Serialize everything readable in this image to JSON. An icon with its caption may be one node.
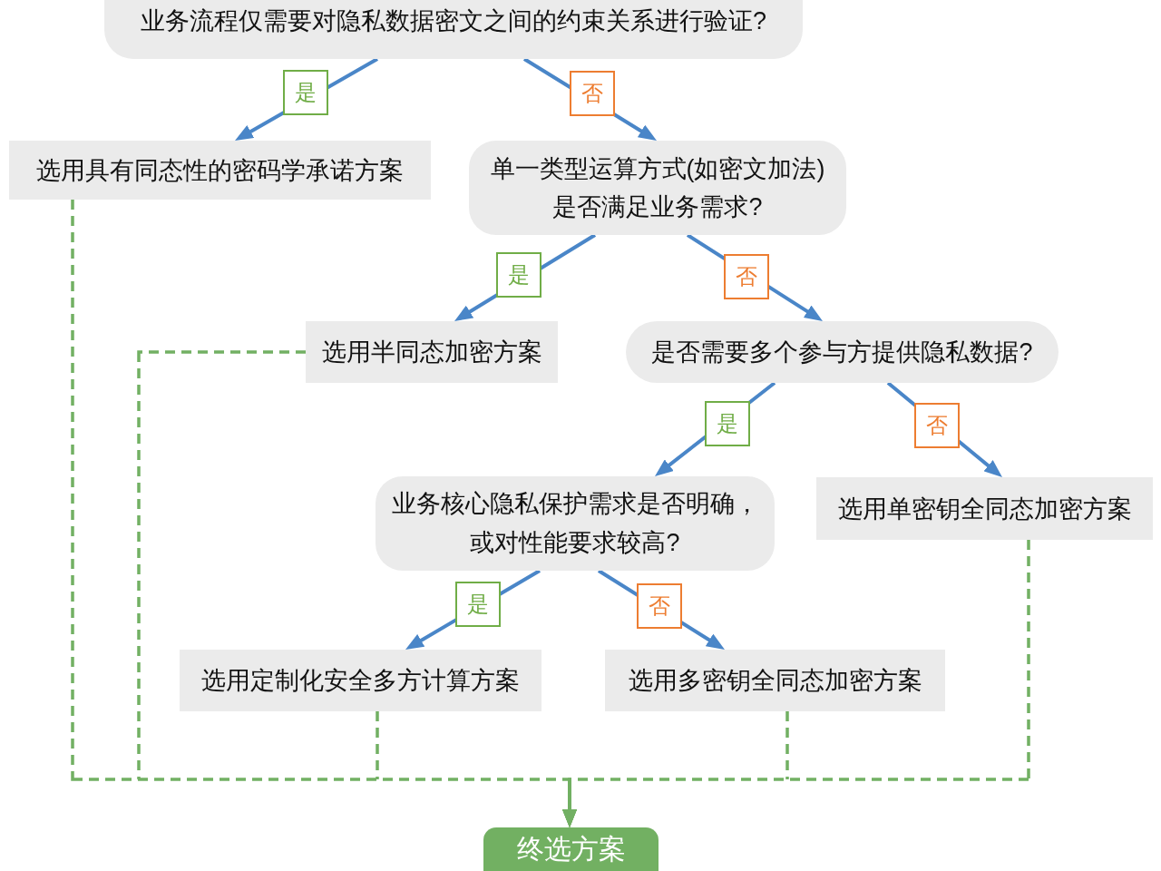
{
  "diagram": {
    "nodes": [
      {
        "text": [
          "业务流程仅需要对隐私数据密文之间的约束关系进行验证?"
        ]
      },
      {
        "text": [
          "选用具有同态性的密码学承诺方案"
        ]
      },
      {
        "text": [
          "单一类型运算方式(如密文加法)是否满足业务需求?"
        ]
      },
      {
        "text": [
          "选用半同态加密方案"
        ]
      },
      {
        "text": [
          "是否需要多个参与方提供隐私数据?"
        ]
      },
      {
        "text": [
          "业务核心隐私保护需求是否明确，或对性能要求较高?"
        ]
      },
      {
        "text": [
          "选用单密钥全同态加密方案"
        ]
      },
      {
        "text": [
          "选用定制化安全多方计算方案"
        ]
      },
      {
        "text": [
          "选用多密钥全同态加密方案"
        ]
      },
      {
        "text": [
          "终选方案"
        ]
      }
    ],
    "edges": [
      {
        "from": 0,
        "to": 1,
        "arrow": "to",
        "label": "是"
      },
      {
        "from": 0,
        "to": 2,
        "arrow": "to",
        "label": "否"
      },
      {
        "from": 2,
        "to": 3,
        "arrow": "to",
        "label": "是"
      },
      {
        "from": 2,
        "to": 4,
        "arrow": "to",
        "label": "否"
      },
      {
        "from": 4,
        "to": 5,
        "arrow": "to",
        "label": "是"
      },
      {
        "from": 4,
        "to": 6,
        "arrow": "to",
        "label": "否"
      },
      {
        "from": 5,
        "to": 7,
        "arrow": "to",
        "label": "是"
      },
      {
        "from": 5,
        "to": 8,
        "arrow": "to",
        "label": "否"
      },
      {
        "from": 1,
        "to": 9,
        "arrow": "to",
        "style": "dashed",
        "color": "#72b063"
      },
      {
        "from": 3,
        "to": 9,
        "arrow": "to",
        "style": "dashed",
        "color": "#72b063"
      },
      {
        "from": 7,
        "to": 9,
        "arrow": "to",
        "style": "dashed",
        "color": "#72b063"
      },
      {
        "from": 8,
        "to": 9,
        "arrow": "to",
        "style": "dashed",
        "color": "#72b063"
      },
      {
        "from": 6,
        "to": 9,
        "arrow": "to",
        "style": "dashed",
        "color": "#72b063"
      }
    ]
  }
}
